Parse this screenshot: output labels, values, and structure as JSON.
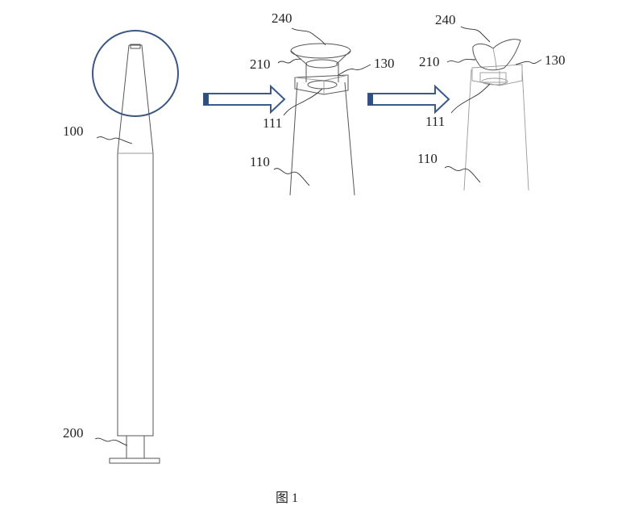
{
  "labels": {
    "device_body": "100",
    "device_base": "200",
    "stage1_cap": "240",
    "stage1_part210": "210",
    "stage1_part130": "130",
    "stage1_part111": "111",
    "stage1_part110": "110",
    "stage2_cap": "240",
    "stage2_part210": "210",
    "stage2_part130": "130",
    "stage2_part111": "111",
    "stage2_part110": "110"
  },
  "caption": "图 1",
  "colors": {
    "arrow_fill": "#ffffff",
    "arrow_outline": "#3a5a8c",
    "arrow_accent": "#2f4f7f",
    "circle_highlight": "#3b5680",
    "line": "#555555"
  }
}
